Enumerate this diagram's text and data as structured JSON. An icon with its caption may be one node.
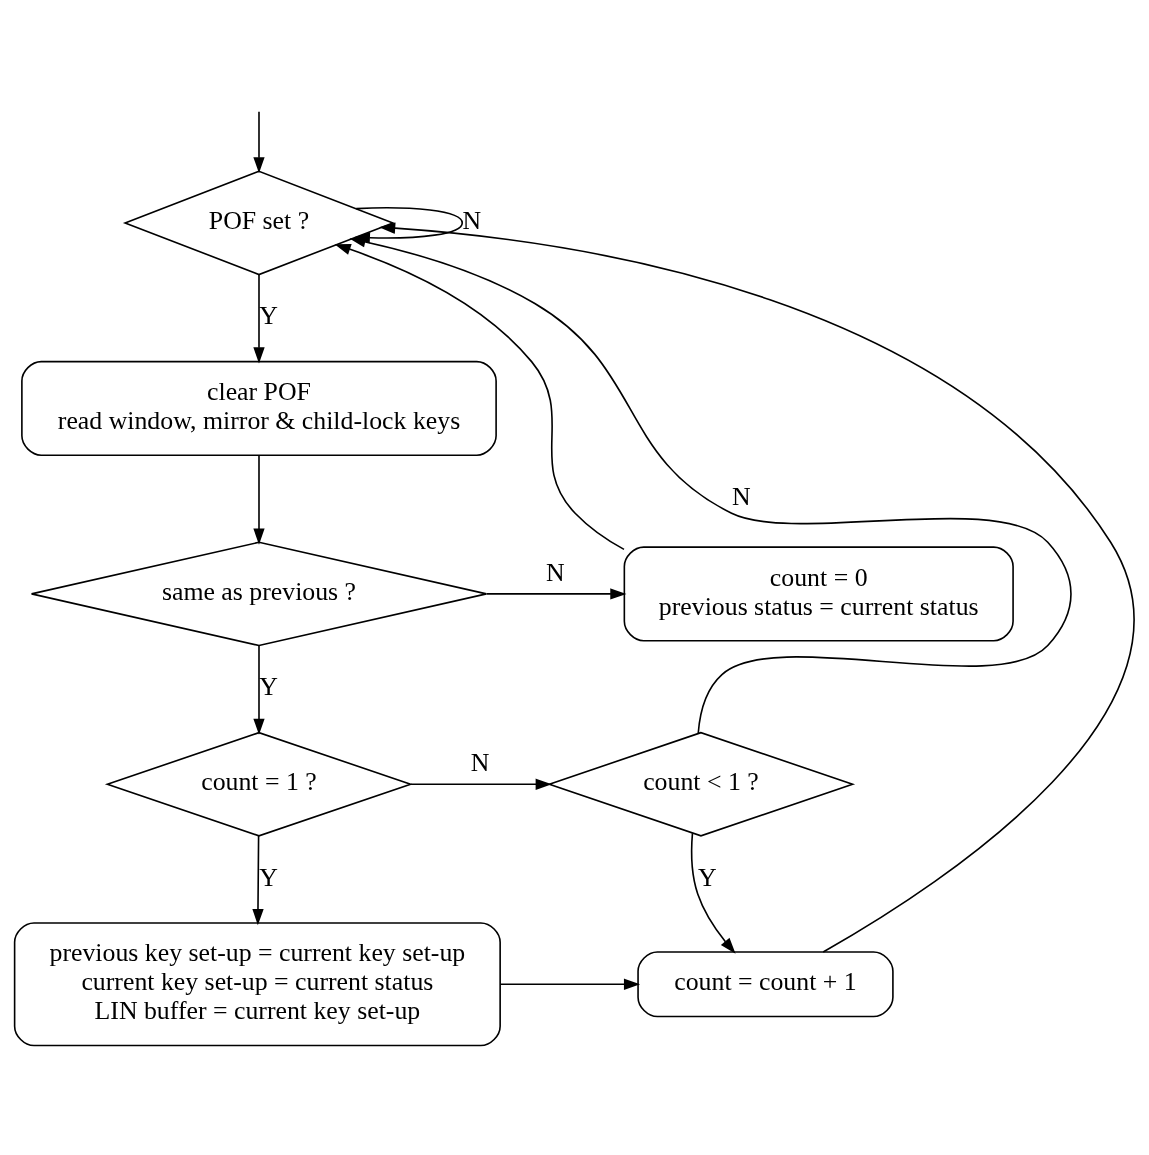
{
  "diagram": {
    "nodes": [
      {
        "text": [
          "POF set ?"
        ]
      },
      {
        "text": [
          "clear POF",
          "read window, mirror & child-lock keys"
        ]
      },
      {
        "text": [
          "same as previous ?"
        ]
      },
      {
        "text": [
          "count = 0",
          "previous status = current status"
        ]
      },
      {
        "text": [
          "count = 1 ?"
        ]
      },
      {
        "text": [
          "count < 1 ?"
        ]
      },
      {
        "text": [
          "previous key set-up = current key set-up",
          "current key set-up = current status",
          "LIN buffer = current key set-up"
        ]
      },
      {
        "text": [
          "count = count + 1"
        ]
      }
    ],
    "edges": [
      {
        "from": null,
        "to": 0,
        "arrow": "to"
      },
      {
        "from": 0,
        "to": 0,
        "arrow": "to",
        "label": "N"
      },
      {
        "from": 0,
        "to": 1,
        "arrow": "to",
        "label": "Y"
      },
      {
        "from": 1,
        "to": 2,
        "arrow": "to"
      },
      {
        "from": 2,
        "to": 3,
        "arrow": "to",
        "label": "N"
      },
      {
        "from": 3,
        "to": 0,
        "arrow": "to"
      },
      {
        "from": 2,
        "to": 4,
        "arrow": "to",
        "label": "Y"
      },
      {
        "from": 4,
        "to": 5,
        "arrow": "to",
        "label": "N"
      },
      {
        "from": 5,
        "to": 0,
        "arrow": "to",
        "label": "N"
      },
      {
        "from": 4,
        "to": 6,
        "arrow": "to",
        "label": "Y"
      },
      {
        "from": 5,
        "to": 7,
        "arrow": "to",
        "label": "Y"
      },
      {
        "from": 6,
        "to": 7,
        "arrow": "to"
      },
      {
        "from": 7,
        "to": 0,
        "arrow": "to"
      }
    ]
  }
}
